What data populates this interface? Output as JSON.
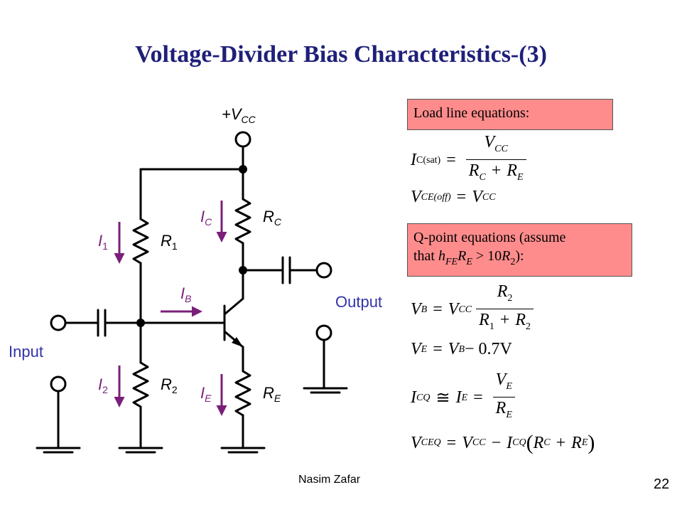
{
  "title": "Voltage-Divider Bias Characteristics-(3)",
  "circuit": {
    "vcc_label": "+V",
    "vcc_sub": "CC",
    "r1_label": "R",
    "r1_sub": "1",
    "r2_label": "R",
    "r2_sub": "2",
    "rc_label": "R",
    "rc_sub": "C",
    "re_label": "R",
    "re_sub": "E",
    "i1_label": "I",
    "i1_sub": "1",
    "i2_label": "I",
    "i2_sub": "2",
    "ic_label": "I",
    "ic_sub": "C",
    "ie_label": "I",
    "ie_sub": "E",
    "ib_label": "I",
    "ib_sub": "B",
    "input_label": "Input",
    "output_label": "Output",
    "colors": {
      "wire": "#000000",
      "current": "#7a1f7a",
      "io_text": "#3333aa"
    }
  },
  "load_line_box": {
    "text": "Load line equations:"
  },
  "qpoint_box": {
    "line1": "Q-point equations (assume",
    "line2_pre": "that ",
    "h": "h",
    "h_sub": "FE",
    "r": "R",
    "r_sub": "E",
    "gt": " > 10",
    "r2": "R",
    "r2_sub": "2",
    "close": "):"
  },
  "equations": {
    "ic_sat": {
      "lhs": "I",
      "lhs_sub": "C(sat)",
      "eq": "=",
      "num": "V",
      "num_sub": "CC",
      "den_a": "R",
      "den_a_sub": "C",
      "plus": "+",
      "den_b": "R",
      "den_b_sub": "E"
    },
    "vce_off": {
      "lhs": "V",
      "lhs_sub": "CE(off)",
      "eq": "=",
      "rhs": "V",
      "rhs_sub": "CC"
    },
    "vb": {
      "lhs": "V",
      "lhs_sub": "B",
      "eq": "=",
      "mul": "V",
      "mul_sub": "CC",
      "num": "R",
      "num_sub": "2",
      "den_a": "R",
      "den_a_sub": "1",
      "plus": "+",
      "den_b": "R",
      "den_b_sub": "2"
    },
    "ve": {
      "lhs": "V",
      "lhs_sub": "E",
      "eq": "=",
      "a": "V",
      "a_sub": "B",
      "rest": " − 0.7V"
    },
    "icq": {
      "lhs": "I",
      "lhs_sub": "CQ",
      "approx": "≅",
      "mid": "I",
      "mid_sub": "E",
      "eq": "=",
      "num": "V",
      "num_sub": "E",
      "den": "R",
      "den_sub": "E"
    },
    "vceq": {
      "lhs": "V",
      "lhs_sub": "CEQ",
      "eq": "=",
      "a": "V",
      "a_sub": "CC",
      "minus": "−",
      "b": "I",
      "b_sub": "CQ",
      "lp": "(",
      "c": "R",
      "c_sub": "C",
      "plus": "+",
      "d": "R",
      "d_sub": "E",
      "rp": ")"
    }
  },
  "footer": {
    "author": "Nasim Zafar",
    "page": "22"
  }
}
